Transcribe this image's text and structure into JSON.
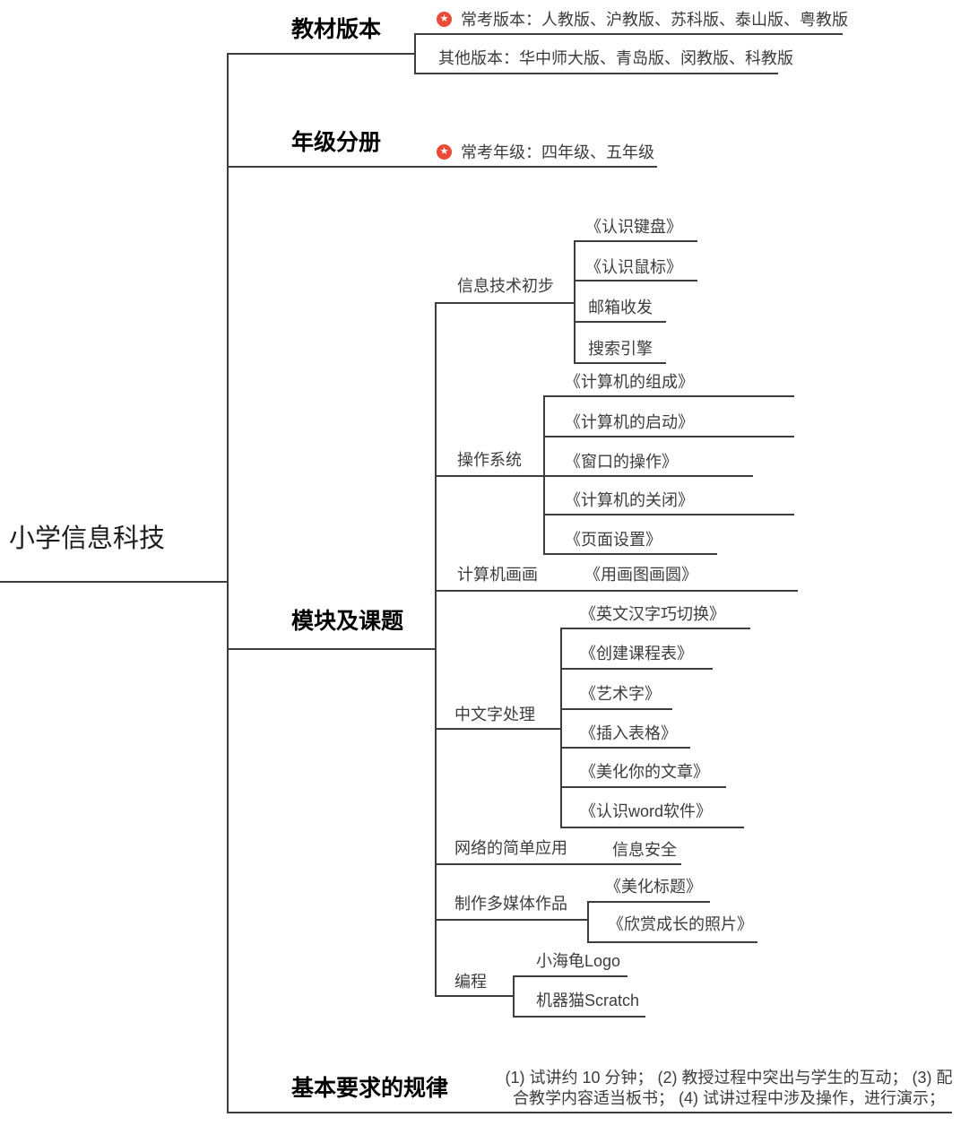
{
  "colors": {
    "line": "#3d3d3d",
    "text": "#3c3c3c",
    "label": "#000000",
    "star_bg": "#ea4a38",
    "star_fg": "#ffffff"
  },
  "icons": {
    "star": "★"
  },
  "root": {
    "label": "小学信息科技"
  },
  "branches": [
    {
      "label": "教材版本",
      "children": [
        {
          "starred": true,
          "text": "常考版本：人教版、沪教版、苏科版、泰山版、粤教版"
        },
        {
          "starred": false,
          "text": "其他版本：华中师大版、青岛版、闵教版、科教版"
        }
      ]
    },
    {
      "label": "年级分册",
      "children": [
        {
          "starred": true,
          "text": "常考年级：四年级、五年级"
        }
      ]
    },
    {
      "label": "模块及课题",
      "children": [
        {
          "text": "信息技术初步",
          "children": [
            {
              "text": "《认识键盘》"
            },
            {
              "text": "《认识鼠标》"
            },
            {
              "text": "邮箱收发"
            },
            {
              "text": "搜索引擎"
            }
          ]
        },
        {
          "text": "操作系统",
          "children": [
            {
              "text": "《计算机的组成》"
            },
            {
              "text": "《计算机的启动》"
            },
            {
              "text": "《窗口的操作》"
            },
            {
              "text": "《计算机的关闭》"
            },
            {
              "text": "《页面设置》"
            }
          ]
        },
        {
          "text": "计算机画画",
          "children": [
            {
              "text": "《用画图画圆》"
            }
          ]
        },
        {
          "text": "中文字处理",
          "children": [
            {
              "text": "《英文汉字巧切换》"
            },
            {
              "text": "《创建课程表》"
            },
            {
              "text": "《艺术字》"
            },
            {
              "text": "《插入表格》"
            },
            {
              "text": "《美化你的文章》"
            },
            {
              "text": "《认识word软件》"
            }
          ]
        },
        {
          "text": "网络的简单应用",
          "children": [
            {
              "text": "信息安全"
            }
          ]
        },
        {
          "text": "制作多媒体作品",
          "children": [
            {
              "text": "《美化标题》"
            },
            {
              "text": "《欣赏成长的照片》"
            }
          ]
        },
        {
          "text": "编程",
          "children": [
            {
              "text": "小海龟Logo"
            },
            {
              "text": "机器猫Scratch"
            }
          ]
        }
      ]
    },
    {
      "label": "基本要求的规律",
      "children": [
        {
          "text": "(1) 试讲约 10 分钟； (2) 教授过程中突出与学生的互动； (3) 配合教学内容适当板书； (4) 试讲过程中涉及操作，进行演示；"
        }
      ]
    }
  ]
}
